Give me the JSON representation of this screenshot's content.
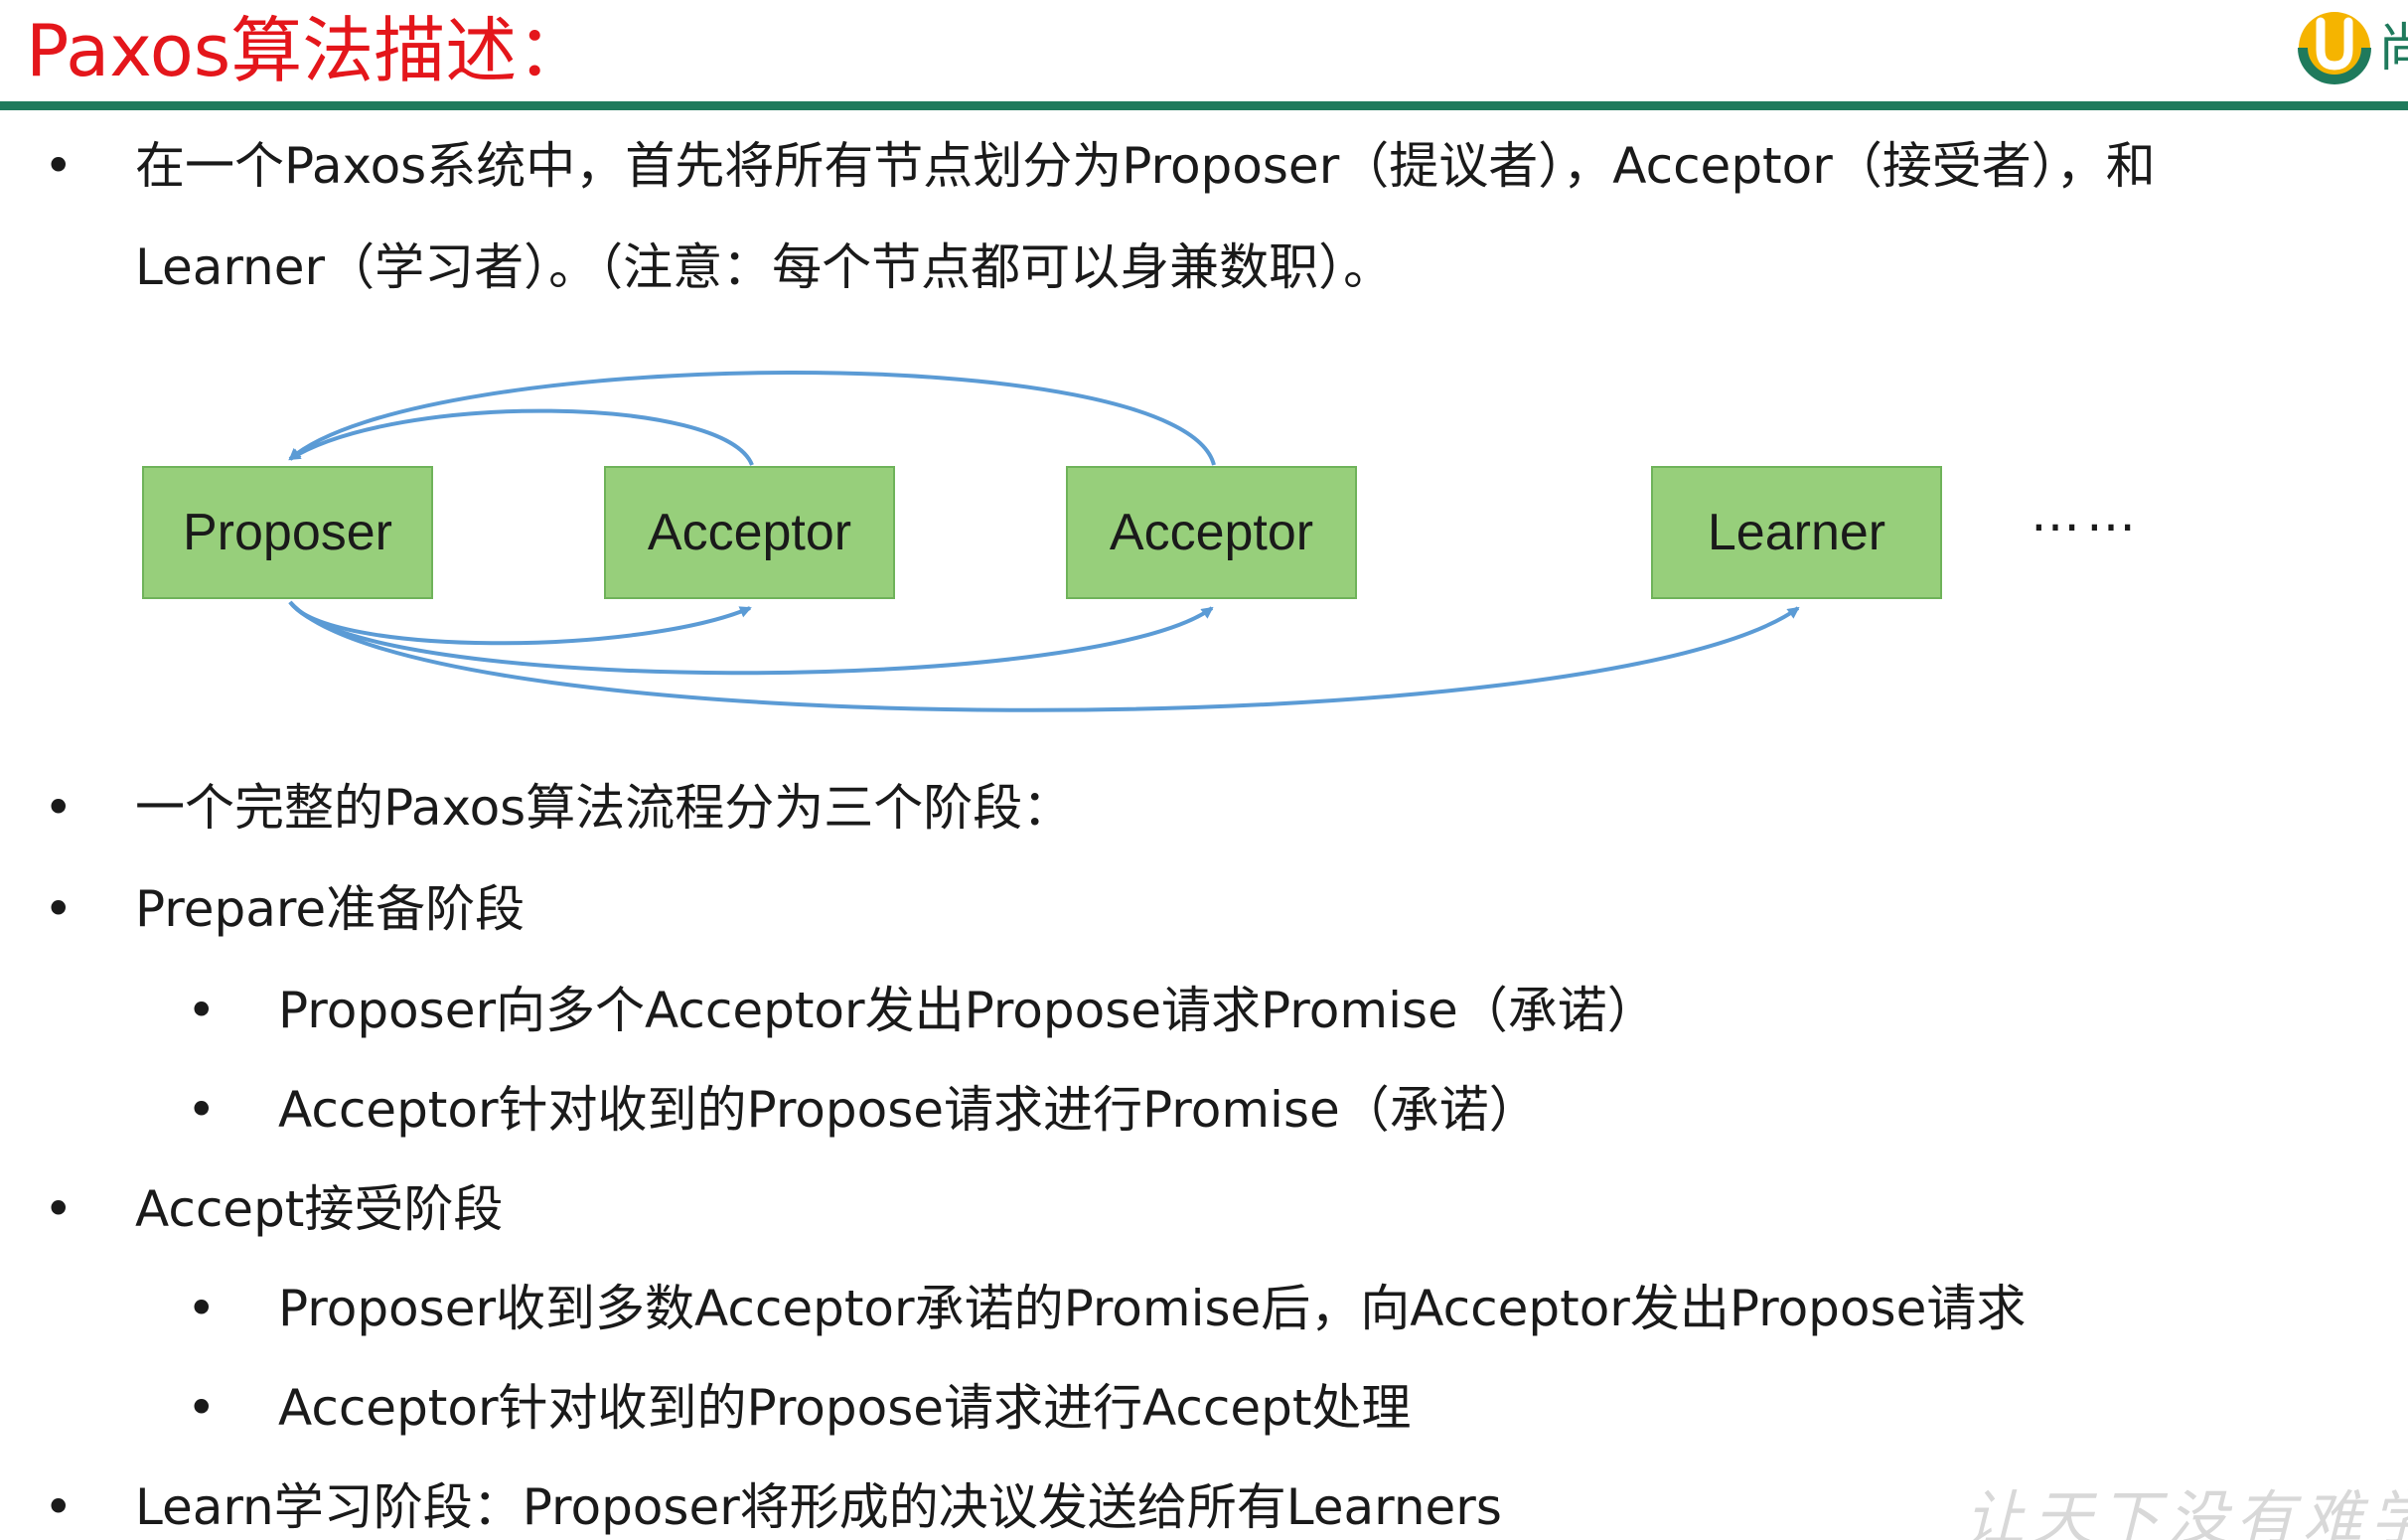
{
  "title": "Paxos算法描述：",
  "logo": {
    "icon": "brand-u-logo-icon",
    "visible_char": "尚"
  },
  "colors": {
    "title": "#e4161b",
    "rule": "#1f7a5c",
    "node_fill": "#97cf7b",
    "node_border": "#6fb35a",
    "arrow": "#5b9bd5"
  },
  "intro": {
    "bullet": "•",
    "line1": "在一个Paxos系统中，首先将所有节点划分为Proposer（提议者），Acceptor（接受者），和",
    "line2": "Learner（学习者）。（注意：每个节点都可以身兼数职）。"
  },
  "diagram": {
    "nodes": [
      {
        "label": "Proposer"
      },
      {
        "label": "Acceptor"
      },
      {
        "label": "Acceptor"
      },
      {
        "label": "Learner"
      }
    ],
    "ellipsis": "……"
  },
  "phases": {
    "overview": "一个完整的Paxos算法流程分为三个阶段：",
    "prepare": {
      "heading": "Prepare准备阶段",
      "items": [
        "Proposer向多个Acceptor发出Propose请求Promise（承诺）",
        "Acceptor针对收到的Propose请求进行Promise（承诺）"
      ]
    },
    "accept": {
      "heading": "Accept接受阶段",
      "items": [
        "Proposer收到多数Acceptor承诺的Promise后，向Acceptor发出Propose请求",
        "Acceptor针对收到的Propose请求进行Accept处理"
      ]
    },
    "learn": {
      "heading": "Learn学习阶段：Proposer将形成的决议发送给所有Learners"
    }
  },
  "watermark": "让天下没有难学"
}
